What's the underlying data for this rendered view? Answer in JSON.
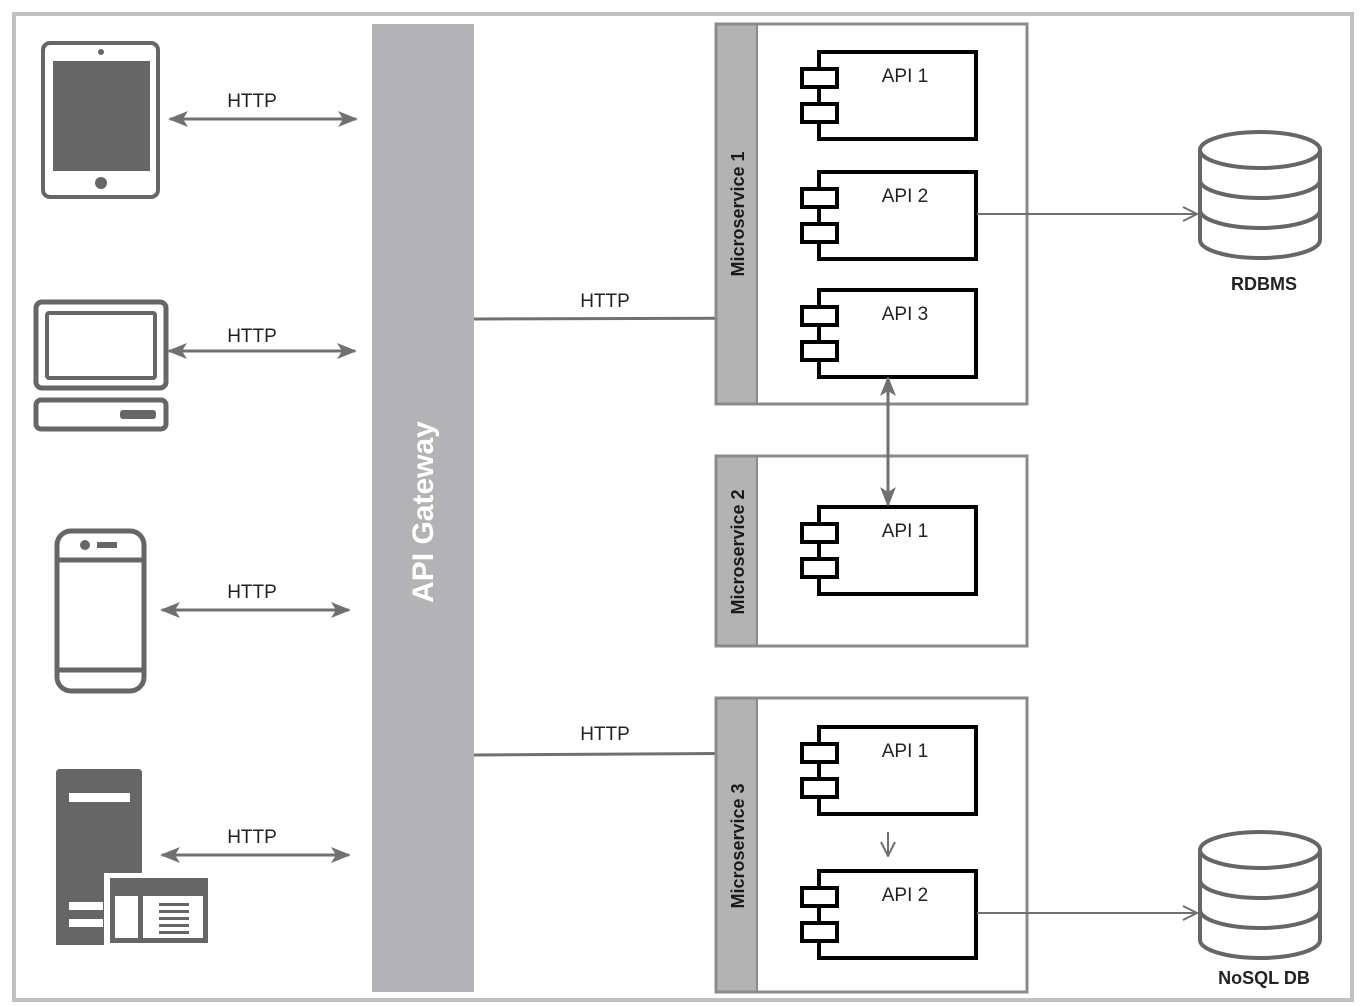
{
  "diagram": {
    "title": "Microservices architecture with API Gateway",
    "colors": {
      "icon": "#666666",
      "gateway": "#b3b3b5",
      "lane": "#b3b3b3",
      "container_border": "#8a8a8a",
      "component": "#000000",
      "arrow": "#707070",
      "frame": "#c0c0c0"
    },
    "clients": [
      {
        "id": "tablet",
        "icon": "tablet-icon",
        "connection_label": "HTTP"
      },
      {
        "id": "desktop",
        "icon": "desktop-computer-icon",
        "connection_label": "HTTP"
      },
      {
        "id": "mobile",
        "icon": "smartphone-icon",
        "connection_label": "HTTP"
      },
      {
        "id": "server",
        "icon": "server-web-app-icon",
        "connection_label": "HTTP"
      }
    ],
    "gateway": {
      "label": "API Gateway"
    },
    "gateway_links": [
      {
        "label": "HTTP",
        "target": "Microservice 1 / API 3"
      },
      {
        "label": "HTTP",
        "target": "Microservice 3 / API 1"
      }
    ],
    "microservices": [
      {
        "name": "Microservice 1",
        "apis": [
          "API 1",
          "API 2",
          "API 3"
        ]
      },
      {
        "name": "Microservice 2",
        "apis": [
          "API 1"
        ]
      },
      {
        "name": "Microservice 3",
        "apis": [
          "API 1",
          "API 2"
        ]
      }
    ],
    "databases": [
      {
        "name": "RDBMS",
        "connected_from": "Microservice 1 / API 2"
      },
      {
        "name": "NoSQL DB",
        "connected_from": "Microservice 3 / API 2"
      }
    ],
    "internal_links": [
      {
        "from": "Microservice 1 / API 3",
        "to": "Microservice 2 / API 1",
        "direction": "bidirectional"
      },
      {
        "from": "Microservice 3 / API 1",
        "to": "Microservice 3 / API 2",
        "direction": "one-way"
      }
    ]
  }
}
